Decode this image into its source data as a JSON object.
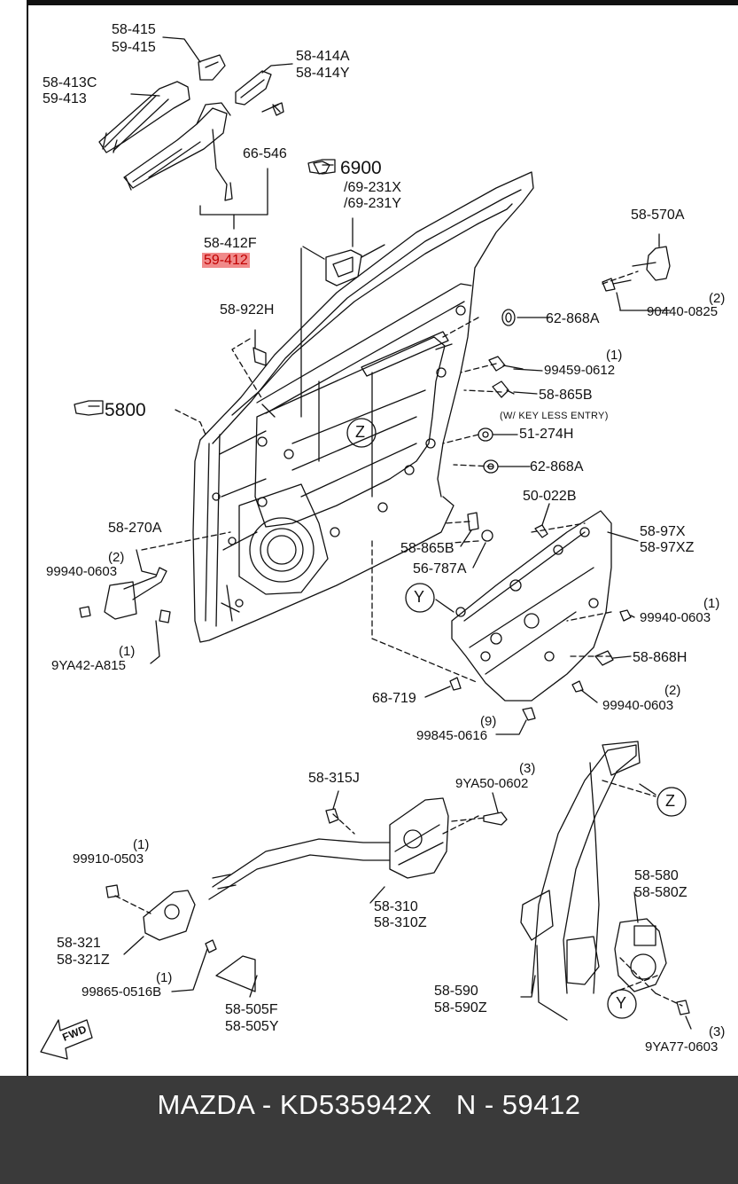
{
  "labels": {
    "p58_415": "58-415",
    "p59_415": "59-415",
    "p58_413C": "58-413C",
    "p59_413": "59-413",
    "p58_414A": "58-414A",
    "p58_414Y": "58-414Y",
    "p66_546": "66-546",
    "p6900": "6900",
    "p69_231X": "/69-231X",
    "p69_231Y": "/69-231Y",
    "p58_412F": "58-412F",
    "p59_412": "59-412",
    "p58_570A": "58-570A",
    "q2_a": "(2)",
    "p90440_0825": "90440-0825",
    "p58_922H": "58-922H",
    "p62_868A_1": "62-868A",
    "q1_a": "(1)",
    "p99459_0612": "99459-0612",
    "p58_865B_1": "58-865B",
    "w_key_less": "(W/ KEY LESS ENTRY)",
    "p51_274H": "51-274H",
    "p5800": "5800",
    "p62_868A_2": "62-868A",
    "z_1": "Z",
    "p50_022B": "50-022B",
    "p58_270A": "58-270A",
    "q2_b": "(2)",
    "p99940_0603_1": "99940-0603",
    "p58_97X": "58-97X",
    "p58_97XZ": "58-97XZ",
    "p58_865B_2": "58-865B",
    "p56_787A": "56-787A",
    "y_1": "Y",
    "q1_b": "(1)",
    "p99940_0603_2": "99940-0603",
    "q1_c": "(1)",
    "p9YA42_A815": "9YA42-A815",
    "p58_868H": "58-868H",
    "q2_c": "(2)",
    "p99940_0603_3": "99940-0603",
    "p68_719": "68-719",
    "q9": "(9)",
    "p99845_0616": "99845-0616",
    "p58_315J": "58-315J",
    "q3_a": "(3)",
    "p9YA50_0602": "9YA50-0602",
    "z_2": "Z",
    "q1_d": "(1)",
    "p99910_0503": "99910-0503",
    "p58_580": "58-580",
    "p58_580Z": "58-580Z",
    "p58_310": "58-310",
    "p58_310Z": "58-310Z",
    "p58_321": "58-321",
    "p58_321Z": "58-321Z",
    "q1_e": "(1)",
    "p99865_0516B": "99865-0516B",
    "p58_505F": "58-505F",
    "p58_505Y": "58-505Y",
    "p58_590": "58-590",
    "p58_590Z": "58-590Z",
    "y_2": "Y",
    "q3_b": "(3)",
    "p9YA77_0603": "9YA77-0603",
    "fwd": "FWD"
  },
  "footer": {
    "text": "MAZDA - KD535942X   N - 59412"
  },
  "colors": {
    "highlight_bg": "#f08a8a",
    "highlight_text": "#c00000",
    "footer_bg": "#3a3a3a",
    "line": "#111111"
  }
}
